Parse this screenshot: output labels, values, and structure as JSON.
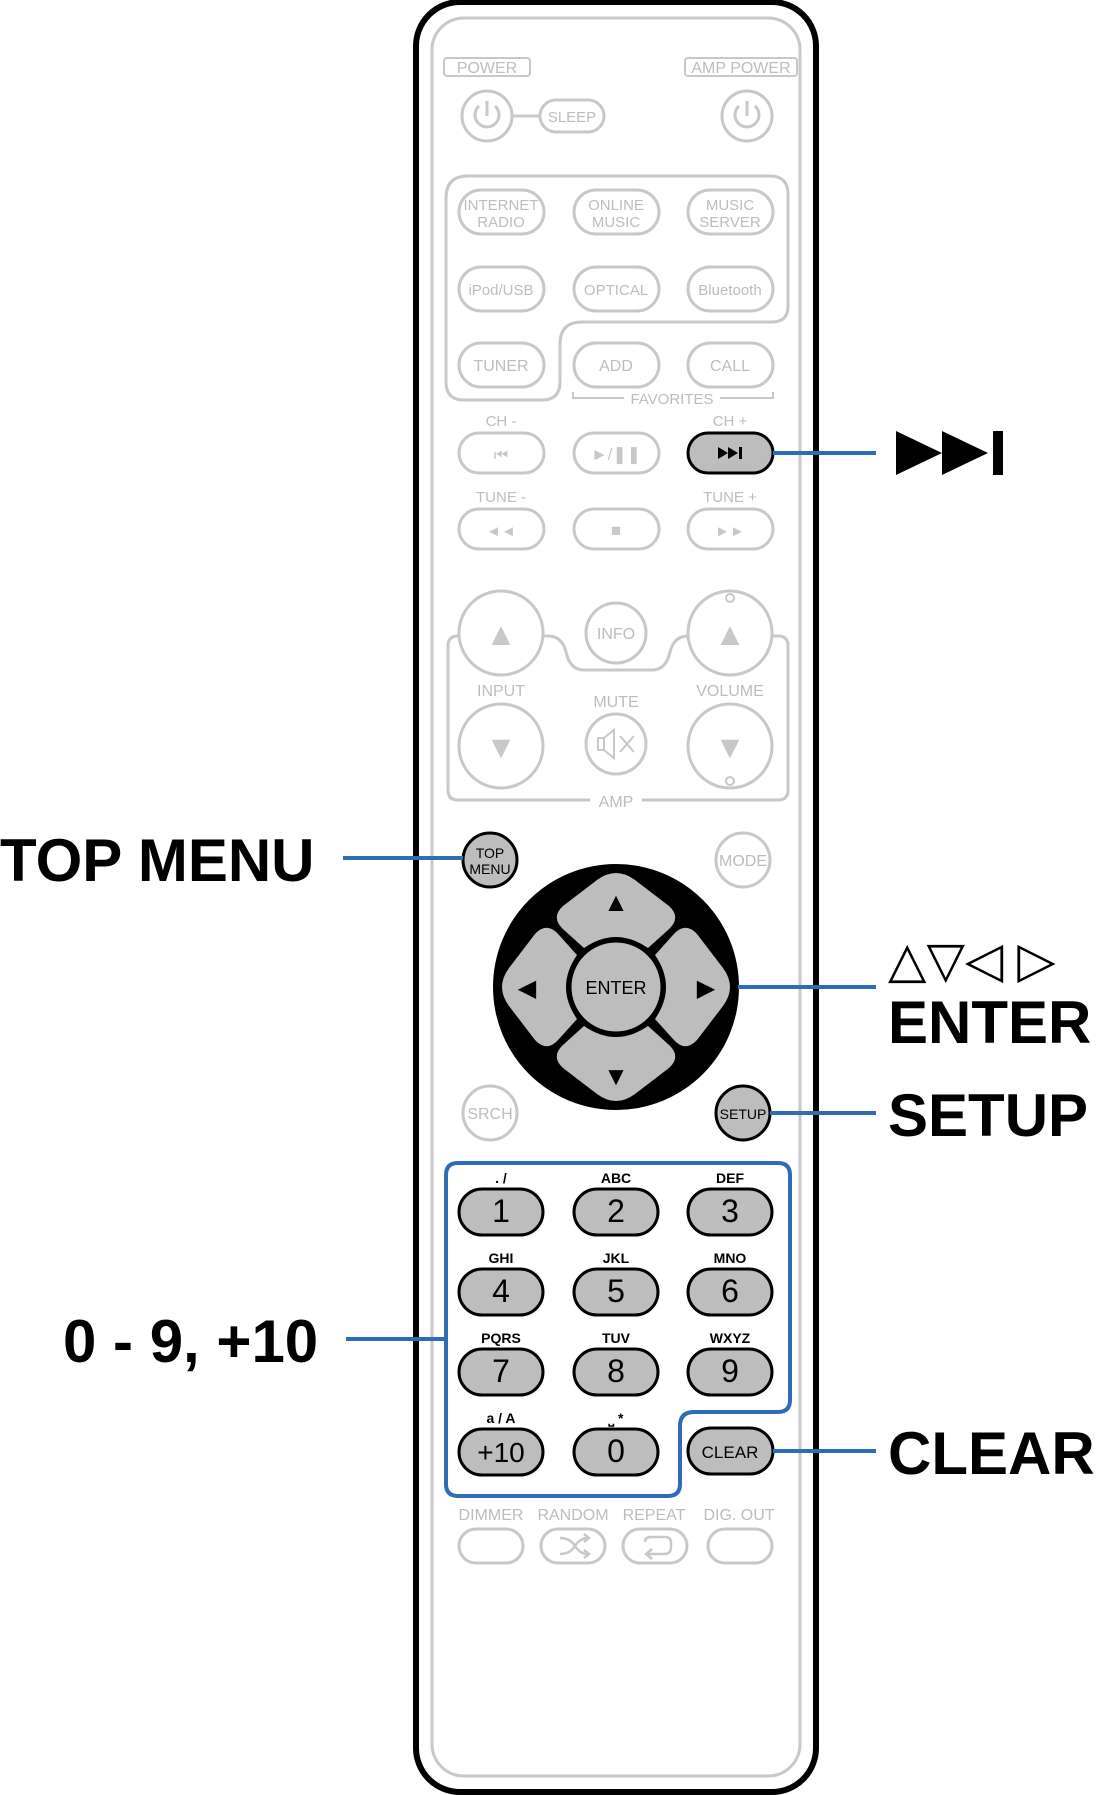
{
  "callouts": {
    "top_menu": "TOP MENU",
    "next_track": "▶▶▎",
    "cursor": "△▽◁ ▷",
    "enter": "ENTER",
    "setup": "SETUP",
    "numbers": "0 - 9, +10",
    "clear": "CLEAR"
  },
  "remote": {
    "power_caption": "POWER",
    "amp_power_caption": "AMP POWER",
    "sleep": "SLEEP",
    "sources": {
      "internet_radio_1": "INTERNET",
      "internet_radio_2": "RADIO",
      "online_music_1": "ONLINE",
      "online_music_2": "MUSIC",
      "music_server_1": "MUSIC",
      "music_server_2": "SERVER",
      "ipod_usb": "iPod/USB",
      "optical": "OPTICAL",
      "bluetooth": "Bluetooth",
      "tuner": "TUNER",
      "add": "ADD",
      "call": "CALL",
      "favorites": "FAVORITES"
    },
    "transport": {
      "ch_minus": "CH -",
      "ch_plus": "CH +",
      "tune_minus": "TUNE -",
      "tune_plus": "TUNE +",
      "skip_back": "⏮",
      "play_pause": "►/❚❚",
      "skip_fwd": "►►❙",
      "rewind": "◄◄",
      "stop": "■",
      "ffwd": "►►"
    },
    "amp": {
      "info": "INFO",
      "input": "INPUT",
      "mute": "MUTE",
      "volume": "VOLUME",
      "amp": "AMP",
      "up": "▲",
      "down": "▼"
    },
    "nav": {
      "top_menu_1": "TOP",
      "top_menu_2": "MENU",
      "mode": "MODE",
      "enter": "ENTER",
      "up": "▲",
      "down": "▼",
      "left": "◀",
      "right": "▶",
      "srch": "SRCH",
      "setup": "SETUP"
    },
    "keypad": [
      {
        "sub": ". /",
        "key": "1"
      },
      {
        "sub": "ABC",
        "key": "2"
      },
      {
        "sub": "DEF",
        "key": "3"
      },
      {
        "sub": "GHI",
        "key": "4"
      },
      {
        "sub": "JKL",
        "key": "5"
      },
      {
        "sub": "MNO",
        "key": "6"
      },
      {
        "sub": "PQRS",
        "key": "7"
      },
      {
        "sub": "TUV",
        "key": "8"
      },
      {
        "sub": "WXYZ",
        "key": "9"
      },
      {
        "sub": "a / A",
        "key": "+10"
      },
      {
        "sub": "⎵ *",
        "key": "0"
      }
    ],
    "clear": "CLEAR",
    "bottom": {
      "dimmer": "DIMMER",
      "random": "RANDOM",
      "repeat": "REPEAT",
      "dig_out": "DIG. OUT"
    }
  },
  "colors": {
    "callout_line": "#2e6db4",
    "highlight_fill": "#bdbdbd",
    "faded": "#c8c8c8",
    "ink": "#000000"
  }
}
